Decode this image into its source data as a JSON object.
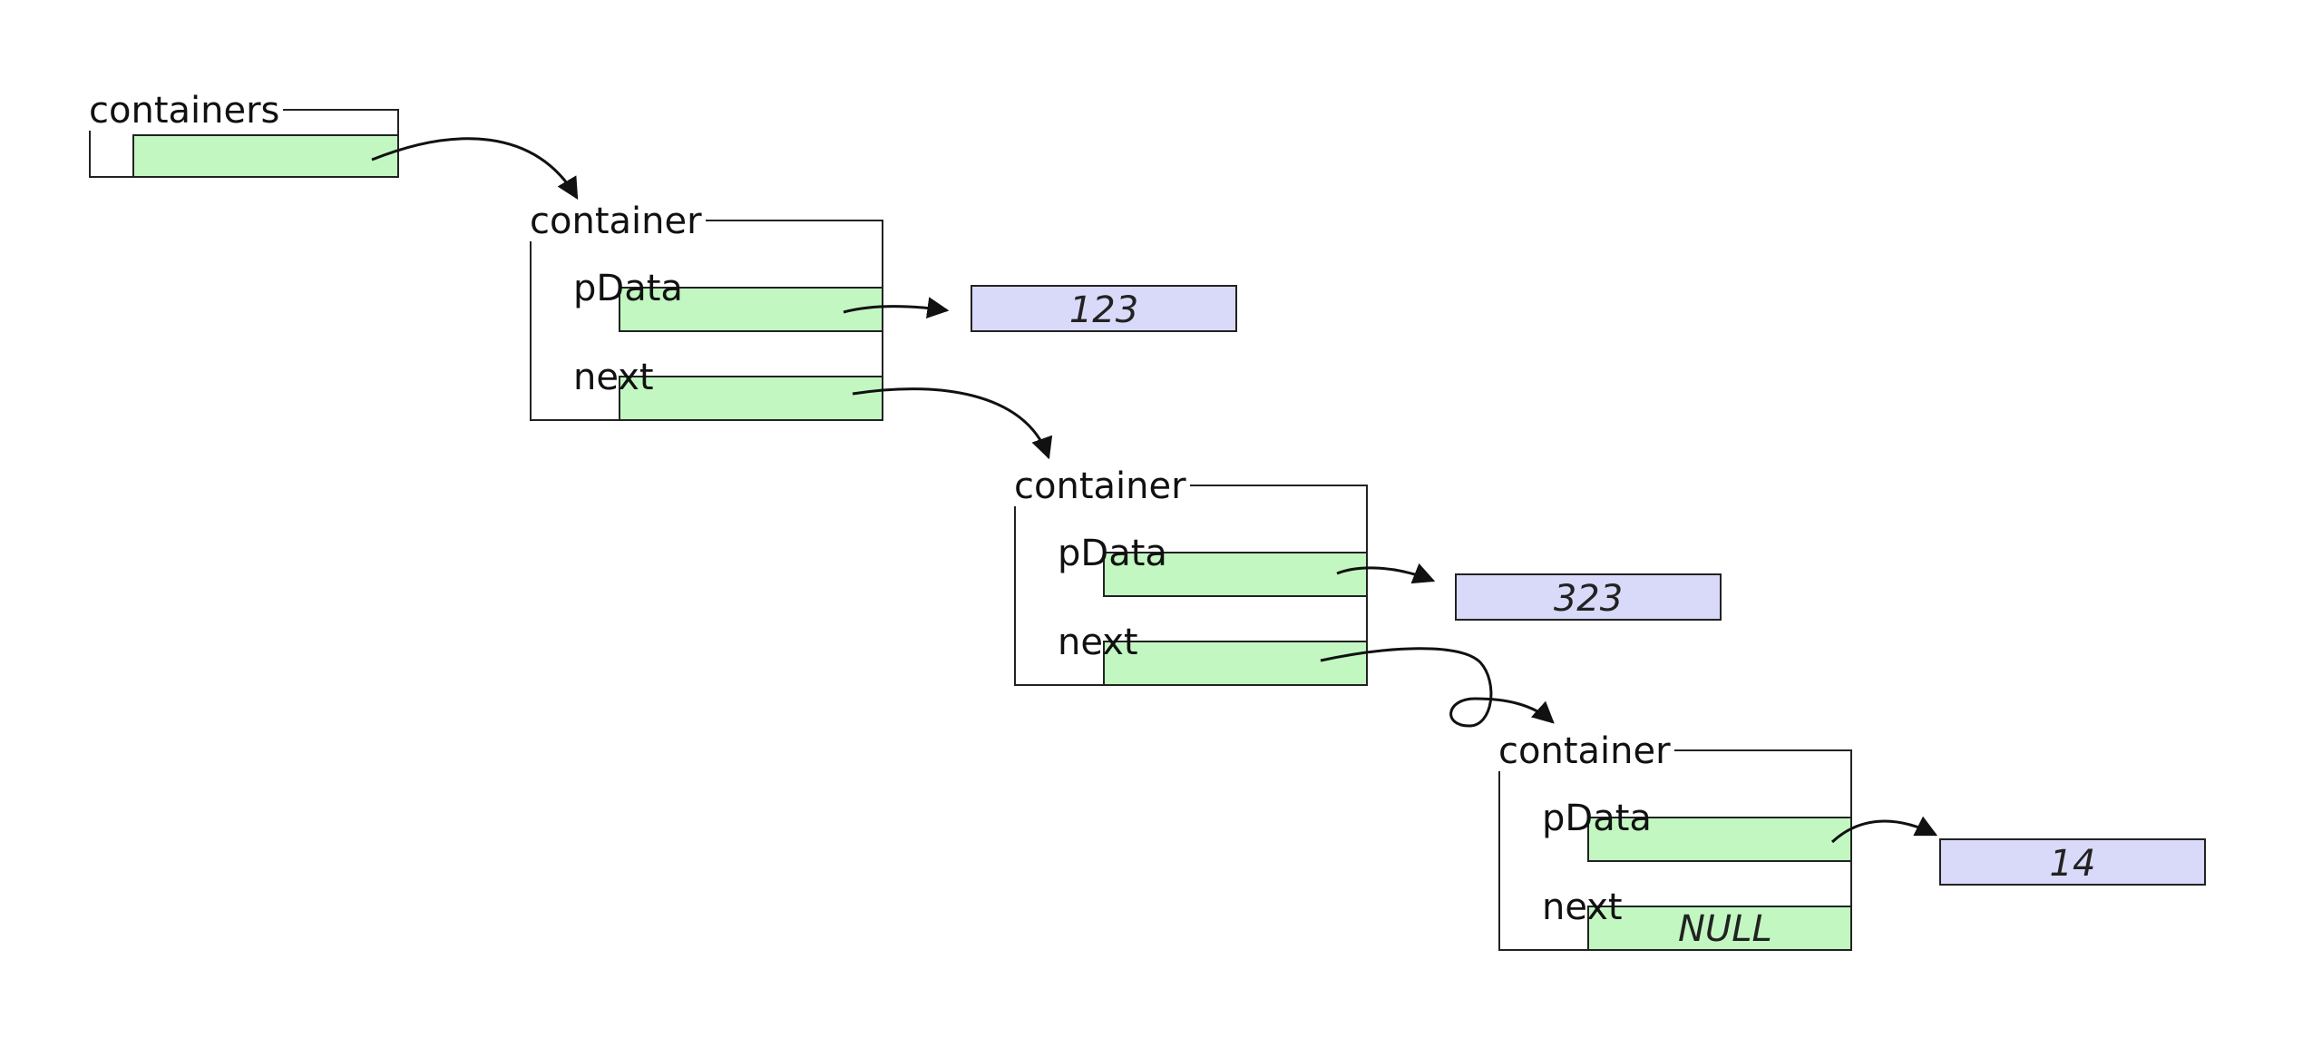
{
  "diagram": {
    "head": {
      "label": "containers"
    },
    "nodes": [
      {
        "label": "container",
        "pdata_label": "pData",
        "next_label": "next",
        "value": "123"
      },
      {
        "label": "container",
        "pdata_label": "pData",
        "next_label": "next",
        "value": "323"
      },
      {
        "label": "container",
        "pdata_label": "pData",
        "next_label": "next",
        "value": "14",
        "next_value": "NULL"
      }
    ],
    "colors": {
      "pointer_field": "#c2f7c2",
      "data_box": "#d9d9f9",
      "stroke": "#222222"
    }
  }
}
